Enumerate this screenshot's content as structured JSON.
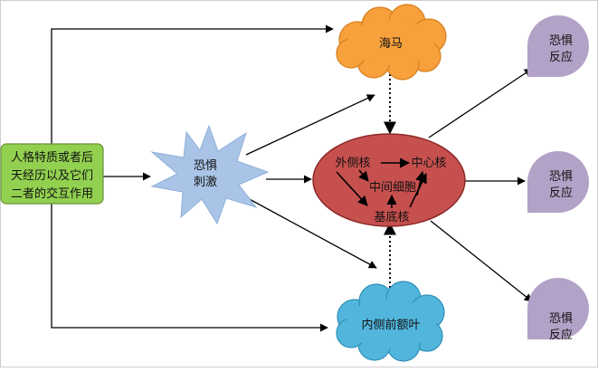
{
  "nodes": {
    "personality": {
      "lines": [
        "人格特质或者后",
        "天经历以及它们",
        "二者的交互作用"
      ],
      "fill": "#92d050",
      "stroke": "#6a8f34"
    },
    "stimulus": {
      "lines": [
        "恐惧",
        "刺激"
      ],
      "fill": "#a9c4e6",
      "stroke": "#8fb0d9"
    },
    "hippocampus": {
      "text": "海马",
      "fill": "#f7a03c",
      "stroke": "#d67f1d"
    },
    "prefrontal": {
      "text": "内侧前额叶",
      "fill": "#52b6dc",
      "stroke": "#2e8fb7"
    },
    "amygdala": {
      "fill": "#c6504e",
      "stroke": "#8b2a28",
      "nuclei": {
        "lateral": "外侧核",
        "central": "中心核",
        "intercalated": "中间细胞",
        "basal": "基底核"
      }
    },
    "responses": [
      {
        "lines": [
          "恐惧",
          "反应"
        ]
      },
      {
        "lines": [
          "恐惧",
          "反应"
        ]
      },
      {
        "lines": [
          "恐惧",
          "反应"
        ]
      }
    ],
    "response_fill": "#b3a2c7"
  }
}
